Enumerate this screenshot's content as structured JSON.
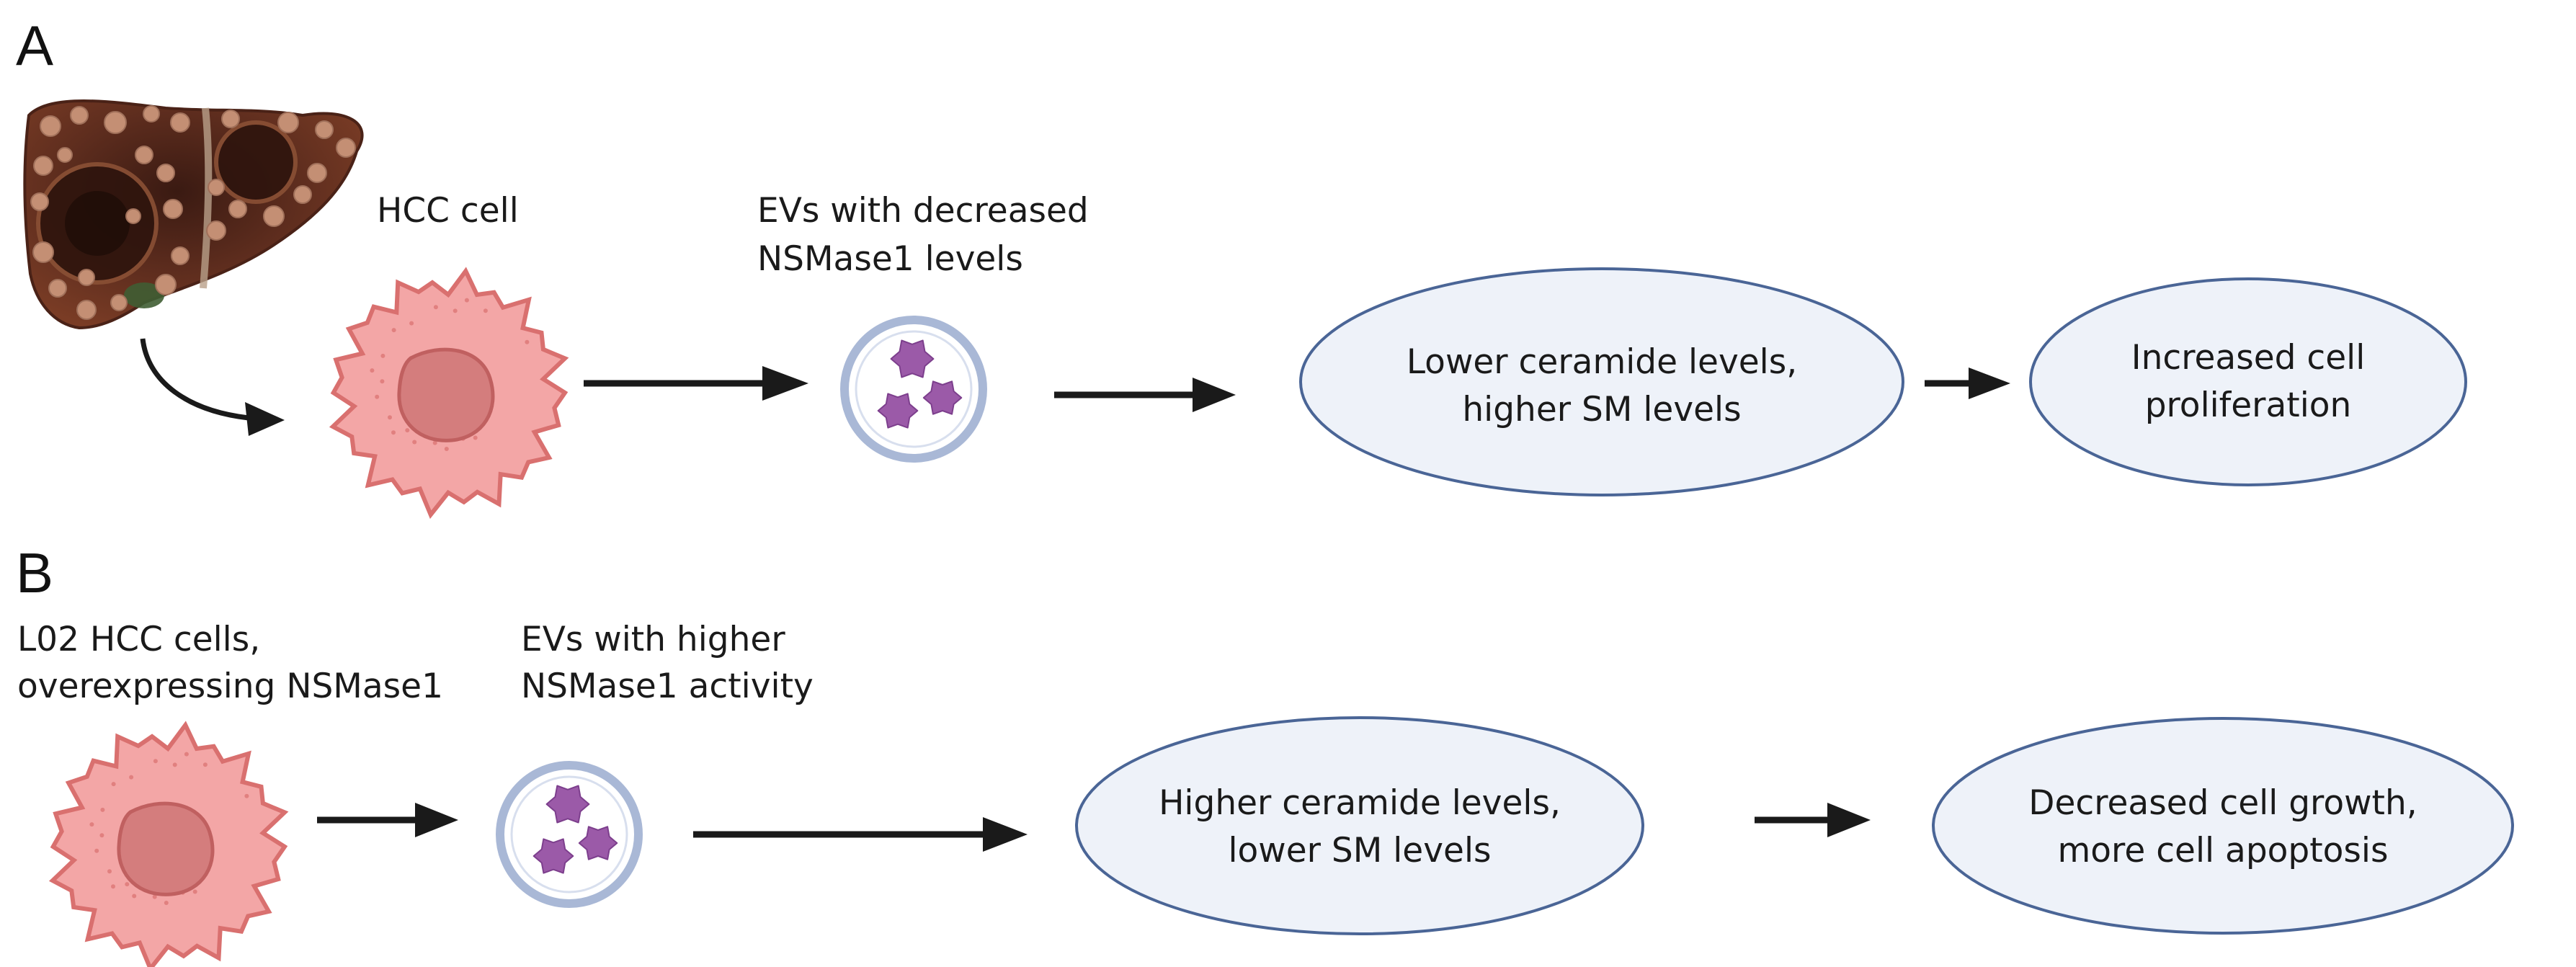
{
  "panel_a": {
    "letter": "A",
    "hcc_cell_label": "HCC cell",
    "ev_label_line1": "EVs with decreased",
    "ev_label_line2": "NSMase1 levels",
    "oval1_line1": "Lower ceramide levels,",
    "oval1_line2": "higher SM levels",
    "oval2_line1": "Increased cell",
    "oval2_line2": "proliferation"
  },
  "panel_b": {
    "letter": "B",
    "cells_label_line1": "L02 HCC cells,",
    "cells_label_line2": "overexpressing NSMase1",
    "ev_label_line1": "EVs with higher",
    "ev_label_line2": "NSMase1 activity",
    "oval1_line1": "Higher ceramide levels,",
    "oval1_line2": "lower SM levels",
    "oval2_line1": "Decreased cell growth,",
    "oval2_line2": "more cell apoptosis"
  },
  "colors": {
    "cell_fill": "#f3a6a6",
    "cell_outline": "#d9706f",
    "nucleus": "#d47d7d",
    "ev_ring": "#a9b8d6",
    "ev_cargo": "#9b5aa8",
    "oval_fill": "#eef2f9",
    "oval_stroke": "#4a6596",
    "liver": "#6b3322",
    "arrow": "#1a1a1a"
  },
  "icons": [
    "liver-icon",
    "hcc-cell-icon",
    "extracellular-vesicle-icon"
  ]
}
